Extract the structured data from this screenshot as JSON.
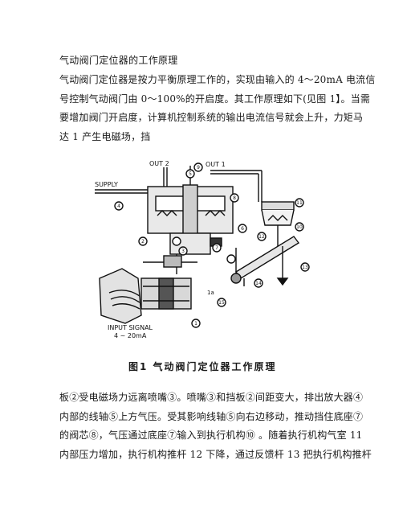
{
  "document": {
    "title": "气动阀门定位器的工作原理",
    "intro_lines": [
      "气动阀门定位器是按力平衡原理工作的，实现由输入的 4～20mA 电流信",
      "号控制气动阀门由 0～100%的开启度。其工作原理如下(见图 1】。当需",
      "要增加阀门开启度，计算机控制系统的输出电流信号就会上升，力矩马",
      "达 1 产生电磁场，挡"
    ],
    "figure": {
      "labels": {
        "out2": "OUT 2",
        "out1": "OUT 1",
        "supply": "SUPPLY",
        "input_signal": "INPUT SIGNAL",
        "input_range": "4 ~ 20mA",
        "part_1a": "1a"
      },
      "part_numbers": [
        "1",
        "2",
        "3",
        "4",
        "5",
        "6",
        "7",
        "8",
        "9",
        "10",
        "11",
        "12",
        "13",
        "14",
        "15"
      ],
      "caption": "图1  气动阀门定位器工作原理"
    },
    "body_lines": [
      "板②受电磁场力远离喷嘴③。喷嘴③和挡板②间距变大，排出放大器④",
      "内部的线轴⑤上方气压。受其影响线轴⑤向右边移动，推动挡住底座⑦",
      "的阀芯⑧，气压通过底座⑦输入到执行机构⑩ 。随着执行机构气室 11",
      "内部压力增加，执行机构推杆 12 下降，通过反馈杆 13 把执行机构推杆"
    ]
  }
}
